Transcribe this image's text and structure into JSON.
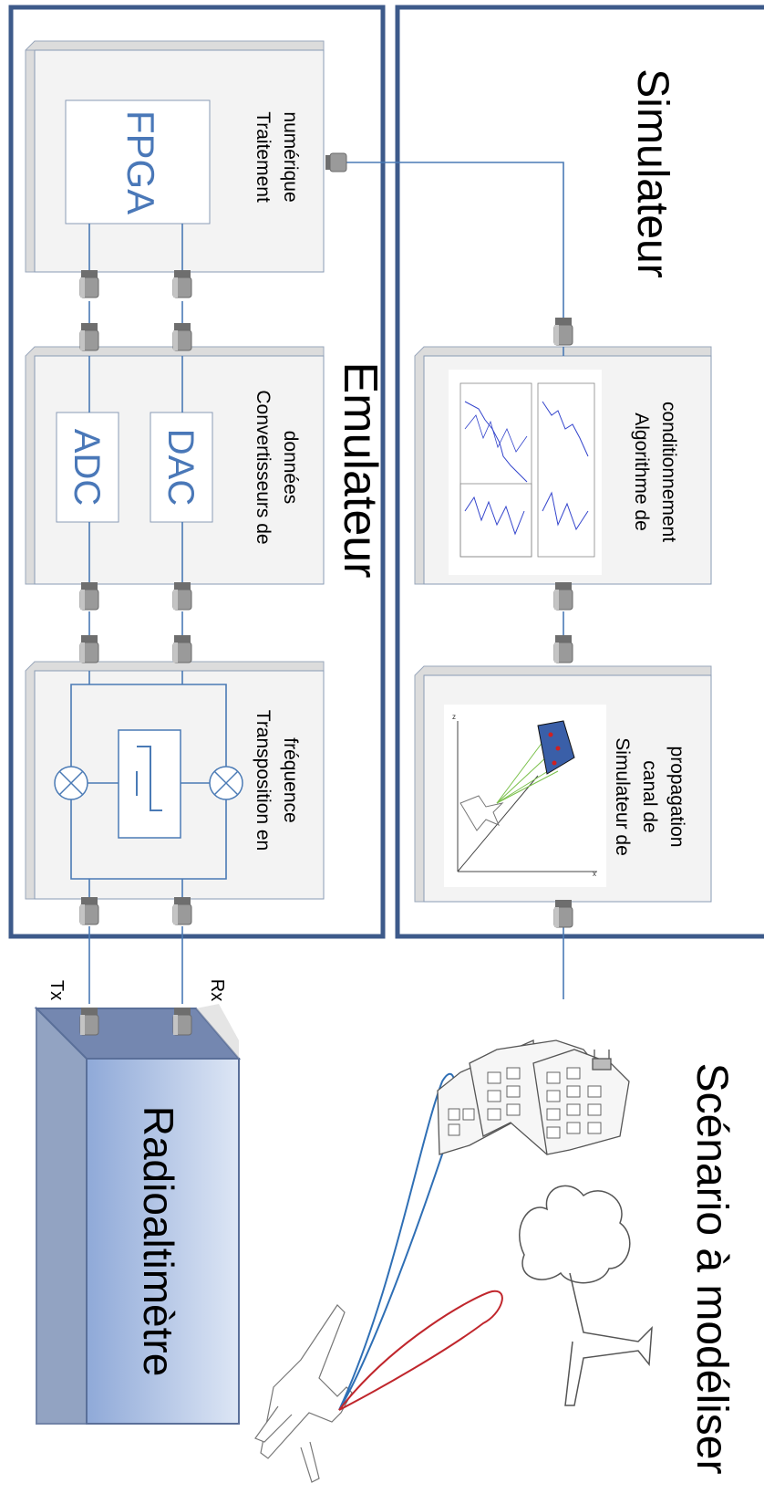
{
  "sections": {
    "emulator_title": "Emulateur",
    "simulator_title": "Simulateur",
    "scenario_title": "Scénario à modéliser"
  },
  "blocks": {
    "fpga": {
      "chip": "FPGA",
      "caption_line1": "Traitement",
      "caption_line2": "numérique"
    },
    "converters": {
      "adc": "ADC",
      "dac": "DAC",
      "caption_line1": "Convertisseurs de",
      "caption_line2": "données"
    },
    "transposition": {
      "caption_line1": "Transposition en",
      "caption_line2": "fréquence"
    },
    "conditioning": {
      "caption_line1": "Algorithme de",
      "caption_line2": "conditionnement"
    },
    "propagation": {
      "caption_line1": "Simulateur de",
      "caption_line2": "canal de",
      "caption_line3": "propagation"
    }
  },
  "radio": {
    "label": "Radioaltimètre",
    "tx": "Tx",
    "rx": "Rx"
  },
  "colors": {
    "frame": "#3d5a8a",
    "block_fill": "#f2f2f2",
    "block_stroke": "#8a9bb5",
    "connector": "#8c8c8c",
    "signal_line": "#4a7ab5",
    "chip_text": "#4a78b8",
    "radio_top": "#7f93b8",
    "radio_front": "#9fb6df",
    "beam_blue": "#2f6fb5",
    "beam_red": "#c0262c"
  },
  "icons": [
    "mixer-icon",
    "filter-icon",
    "aircraft-icon",
    "building-icon",
    "tree-icon",
    "radar-plot-icon",
    "graph-thumbnail-icon"
  ]
}
